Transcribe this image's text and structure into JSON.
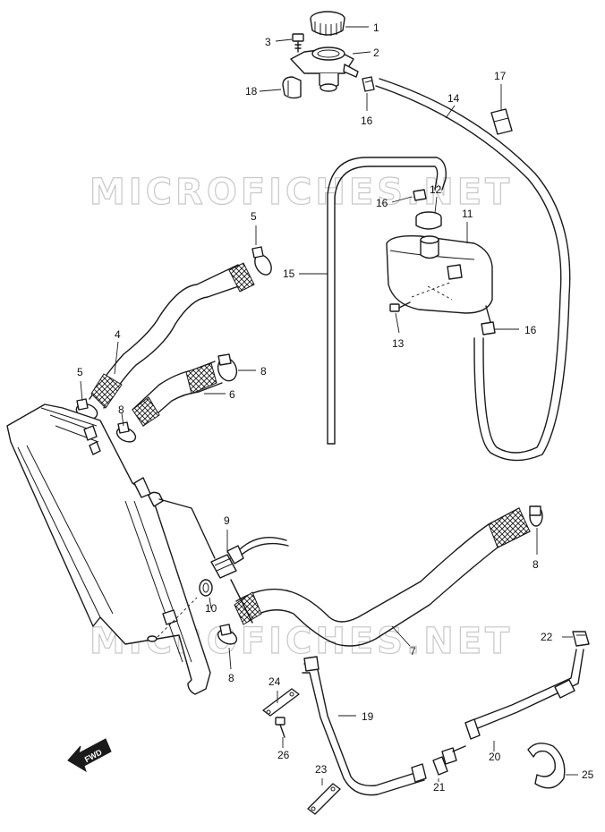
{
  "watermark": {
    "text": "MICROFICHES.NET"
  },
  "direction_arrow": {
    "label": "FWD"
  },
  "callouts": [
    "1",
    "2",
    "3",
    "4",
    "5",
    "5",
    "6",
    "7",
    "8",
    "8",
    "8",
    "8",
    "9",
    "10",
    "11",
    "12",
    "13",
    "14",
    "15",
    "16",
    "16",
    "16",
    "17",
    "18",
    "19",
    "20",
    "21",
    "22",
    "23",
    "24",
    "25",
    "26"
  ],
  "colors": {
    "line": "#1a1a1a",
    "watermark": "#c8c8c8",
    "background": "#ffffff"
  }
}
